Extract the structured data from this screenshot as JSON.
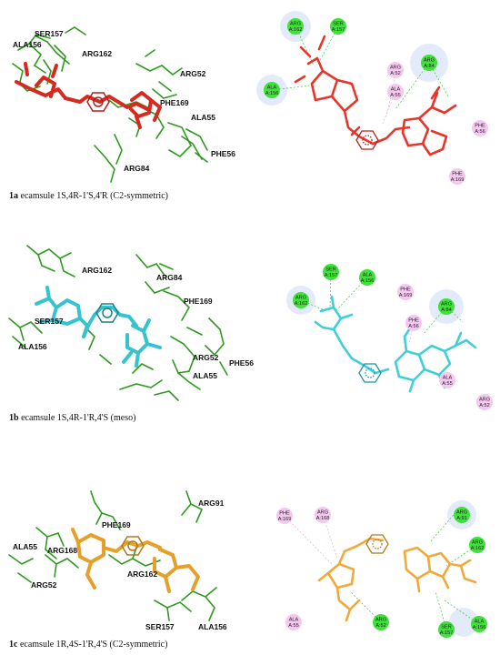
{
  "captions": [
    {
      "id": "1a",
      "text": "ecamsule 1S,4R-1'S,4'R (C2-symmetric)"
    },
    {
      "id": "1b",
      "text": "ecamsule 1S,4R-1'R,4'S (meso)"
    },
    {
      "id": "1c",
      "text": "ecamsule 1R,4S-1'R,4'S (C2-symmetric)"
    }
  ],
  "colors": {
    "protein": "#2e9a1e",
    "ligand_1a": "#d42a20",
    "ligand_1b": "#35c4cf",
    "ligand_1c": "#e5a02a",
    "hbond_residue": "#3fe13a",
    "vdw_residue": "#f5c8f0"
  },
  "panel_1a": {
    "labels": [
      "SER157",
      "ALA156",
      "ARG162",
      "ARG52",
      "PHE169",
      "ALA55",
      "PHE56",
      "ARG84"
    ],
    "residues_2d": [
      {
        "l1": "ARG",
        "l2": "A:162",
        "kind": "hbond"
      },
      {
        "l1": "SER",
        "l2": "A:157",
        "kind": "hbond"
      },
      {
        "l1": "ALA",
        "l2": "A:156",
        "kind": "hbond"
      },
      {
        "l1": "ARG",
        "l2": "A:52",
        "kind": "vdw"
      },
      {
        "l1": "ARG",
        "l2": "A:84",
        "kind": "hbond"
      },
      {
        "l1": "ALA",
        "l2": "A:55",
        "kind": "vdw"
      },
      {
        "l1": "PHE",
        "l2": "A:56",
        "kind": "vdw"
      },
      {
        "l1": "PHE",
        "l2": "A:169",
        "kind": "vdw"
      }
    ]
  },
  "panel_1b": {
    "labels": [
      "ARG162",
      "ARG84",
      "PHE169",
      "SER157",
      "ALA156",
      "ARG52",
      "PHE56",
      "ALA55"
    ],
    "residues_2d": [
      {
        "l1": "SER",
        "l2": "A:157",
        "kind": "hbond"
      },
      {
        "l1": "ALA",
        "l2": "A:156",
        "kind": "hbond"
      },
      {
        "l1": "ARG",
        "l2": "A:162",
        "kind": "hbond"
      },
      {
        "l1": "PHE",
        "l2": "A:169",
        "kind": "vdw"
      },
      {
        "l1": "ARG",
        "l2": "A:84",
        "kind": "hbond"
      },
      {
        "l1": "PHE",
        "l2": "A:56",
        "kind": "vdw"
      },
      {
        "l1": "ALA",
        "l2": "A:55",
        "kind": "vdw"
      },
      {
        "l1": "ARG",
        "l2": "A:52",
        "kind": "vdw"
      }
    ]
  },
  "panel_1c": {
    "labels": [
      "ARG91",
      "PHE169",
      "ALA55",
      "ARG168",
      "ARG52",
      "ARG162",
      "SER157",
      "ALA156"
    ],
    "residues_2d": [
      {
        "l1": "PHE",
        "l2": "A:169",
        "kind": "vdw"
      },
      {
        "l1": "ARG",
        "l2": "A:168",
        "kind": "vdw"
      },
      {
        "l1": "ARG",
        "l2": "A:91",
        "kind": "hbond"
      },
      {
        "l1": "ARG",
        "l2": "A:162",
        "kind": "hbond"
      },
      {
        "l1": "ALA",
        "l2": "A:55",
        "kind": "vdw"
      },
      {
        "l1": "ARG",
        "l2": "A:52",
        "kind": "hbond"
      },
      {
        "l1": "SER",
        "l2": "A:157",
        "kind": "hbond"
      },
      {
        "l1": "ALA",
        "l2": "A:156",
        "kind": "hbond"
      }
    ]
  }
}
